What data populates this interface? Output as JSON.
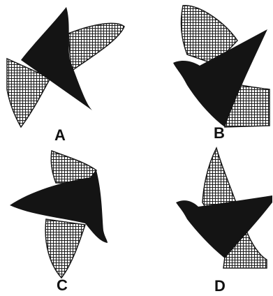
{
  "options": [
    {
      "id": "A",
      "label": "A"
    },
    {
      "id": "B",
      "label": "B"
    },
    {
      "id": "C",
      "label": "C"
    },
    {
      "id": "D",
      "label": "D"
    }
  ],
  "colors": {
    "solid": "#141414",
    "grid_line": "#1a1a1a",
    "grid_bg": "#ffffff"
  }
}
